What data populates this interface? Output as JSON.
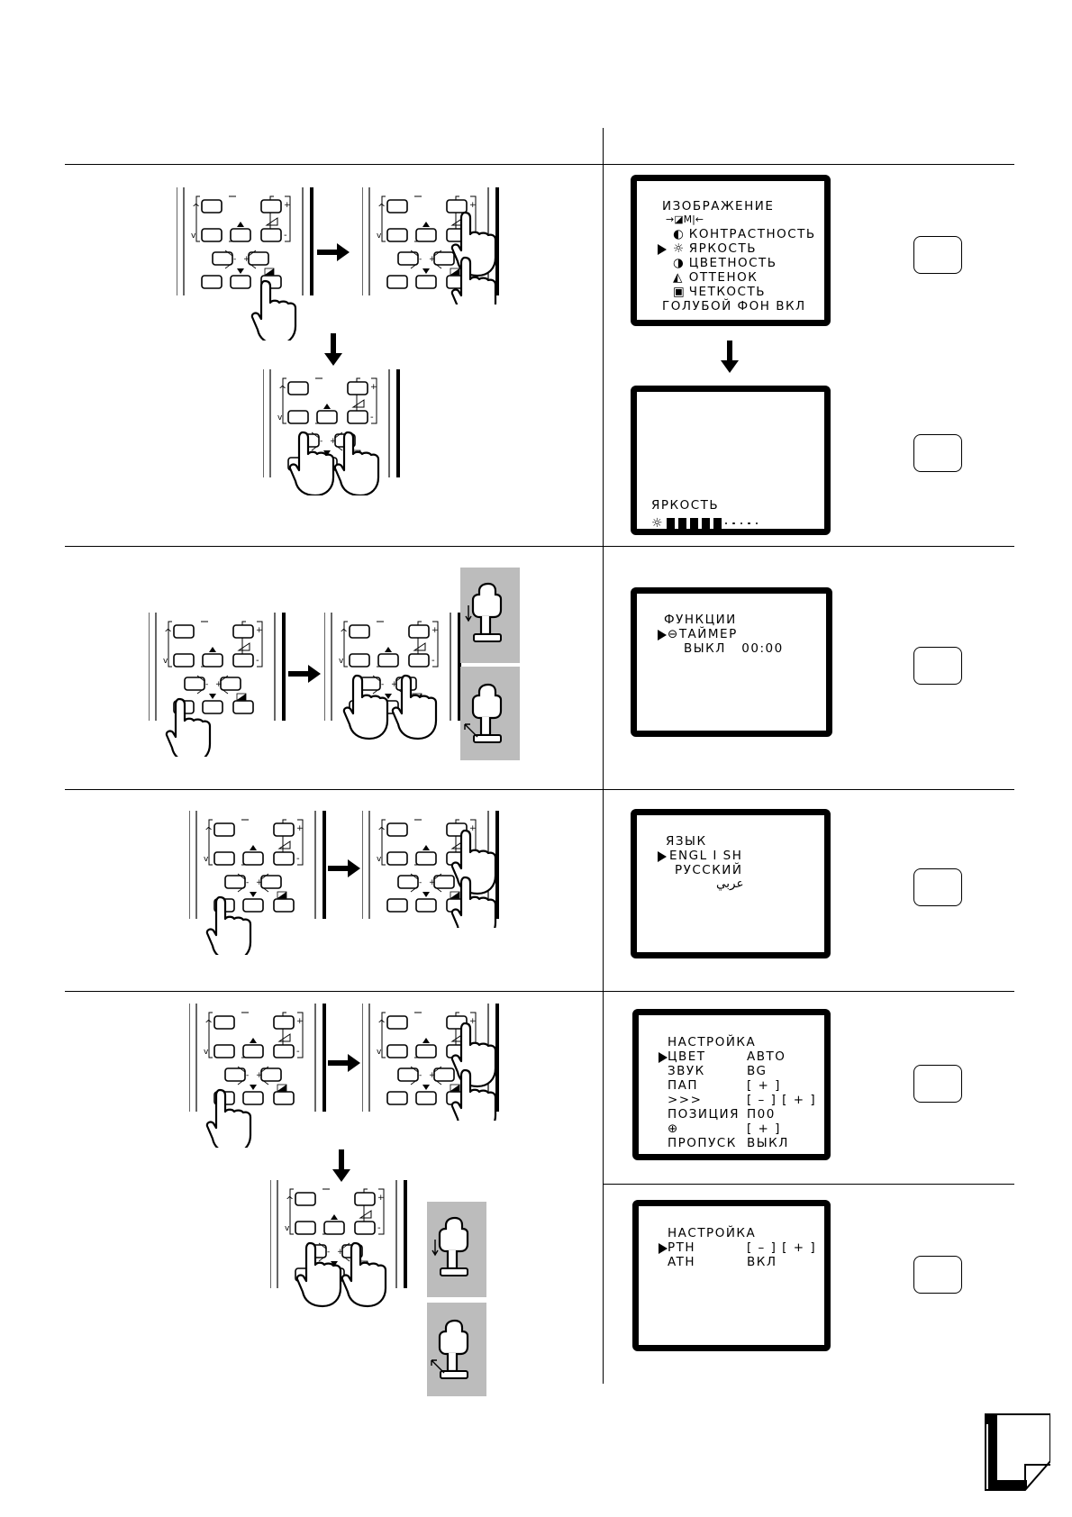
{
  "screens": {
    "picture_menu": {
      "title": "ИЗОБРАЖЕНИЕ",
      "mode_row": "→◪M|←",
      "items": [
        {
          "icon": "contrast-icon",
          "label": "КОНТРАСТНОСТЬ"
        },
        {
          "icon": "brightness-icon",
          "label": "ЯРКОСТЬ"
        },
        {
          "icon": "color-icon",
          "label": "ЦВЕТНОСТЬ"
        },
        {
          "icon": "tint-icon",
          "label": "ОТТЕНОК"
        },
        {
          "icon": "sharpness-icon",
          "label": "ЧЕТКОСТЬ"
        }
      ],
      "footer": "ГОЛУБОЙ ФОН ВКЛ"
    },
    "brightness_bar": {
      "label": "ЯРКОСТЬ",
      "filled": 5,
      "empty": 5
    },
    "functions": {
      "title": "ФУНКЦИИ",
      "item": "ТАЙМЕР",
      "value_label": "ВЫКЛ",
      "value_time": "00:00"
    },
    "language": {
      "title": "ЯЗЫК",
      "options": [
        "ENGL I SH",
        "РУССКИЙ",
        "عربي"
      ]
    },
    "setup1": {
      "title": "НАСТРОЙКА",
      "rows": [
        {
          "label": "ЦВЕТ",
          "value": "АВТО"
        },
        {
          "label": "ЗВУК",
          "value": "BG"
        },
        {
          "label": "ПАП",
          "value": "[ + ]"
        },
        {
          "label": ">>>",
          "value": "[ – ] [ + ]"
        },
        {
          "label": "ПОЗИЦИЯ",
          "value": "П00"
        },
        {
          "label": "⊕",
          "value": "[ + ]"
        },
        {
          "label": "ПРОПУСК",
          "value": "ВЫКЛ"
        }
      ]
    },
    "setup2": {
      "title": "НАСТРОЙКА",
      "rows": [
        {
          "label": "PTH",
          "value": "[ – ] [ + ]"
        },
        {
          "label": "ATH",
          "value": "ВКЛ"
        }
      ]
    }
  },
  "colors": {
    "ink": "#000000",
    "gray_panel": "#bcbcbc"
  }
}
